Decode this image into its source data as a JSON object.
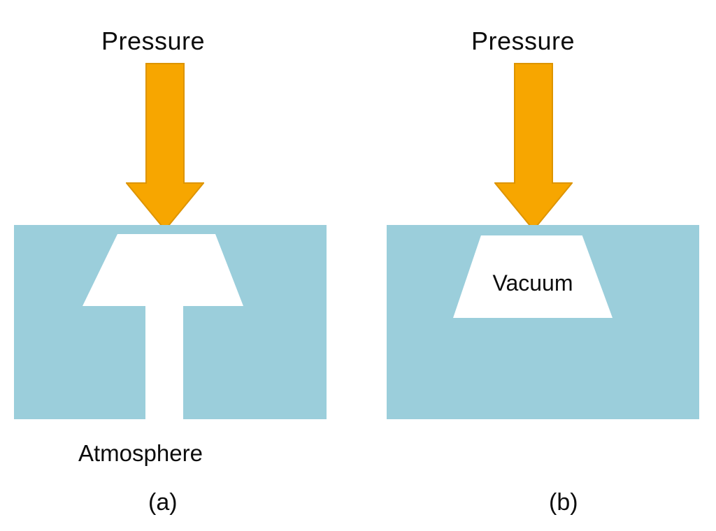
{
  "figure": {
    "description": "Two sensing diaphragm diagrams comparing gauge and absolute pressure references",
    "panels": [
      {
        "id": "a",
        "pressure_label": "Pressure",
        "reference_label": "Atmosphere",
        "caption": "(a)"
      },
      {
        "id": "b",
        "pressure_label": "Pressure",
        "cavity_label": "Vacuum",
        "caption": "(b)"
      }
    ]
  },
  "icons": {
    "arrow": "downward-pressure-arrow"
  },
  "colors": {
    "block": "#9bcedb",
    "arrow": "#f7a600",
    "arrow_outline": "#dd9400",
    "text": "#0d0d0d",
    "background": "#ffffff"
  }
}
